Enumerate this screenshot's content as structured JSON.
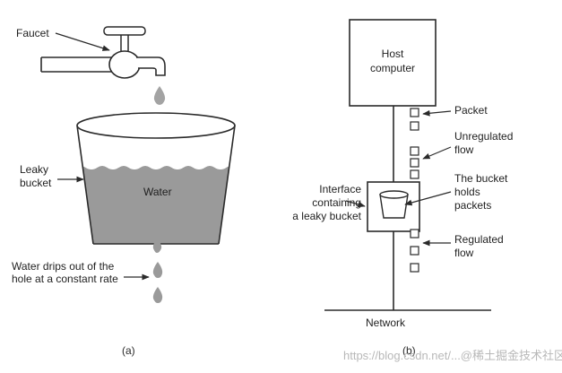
{
  "diagram_a": {
    "faucet_label": "Faucet",
    "bucket_label": [
      "Leaky",
      "bucket"
    ],
    "water_label": "Water",
    "drips_label": [
      "Water drips out of the",
      "hole at a constant rate"
    ],
    "caption": "(a)"
  },
  "diagram_b": {
    "host_label": [
      "Host",
      "computer"
    ],
    "packet_label": "Packet",
    "unregulated_label": [
      "Unregulated",
      "flow"
    ],
    "bucket_holds_label": [
      "The bucket",
      "holds",
      "packets"
    ],
    "interface_label": [
      "Interface",
      "containing",
      "a leaky bucket"
    ],
    "regulated_label": [
      "Regulated",
      "flow"
    ],
    "network_label": "Network",
    "caption": "(b)"
  },
  "watermark": {
    "text": "https://blog.csdn.net/...@稀土掘金技术社区"
  },
  "colors": {
    "water": "#9a9a9a",
    "line": "#2a2a2a"
  }
}
